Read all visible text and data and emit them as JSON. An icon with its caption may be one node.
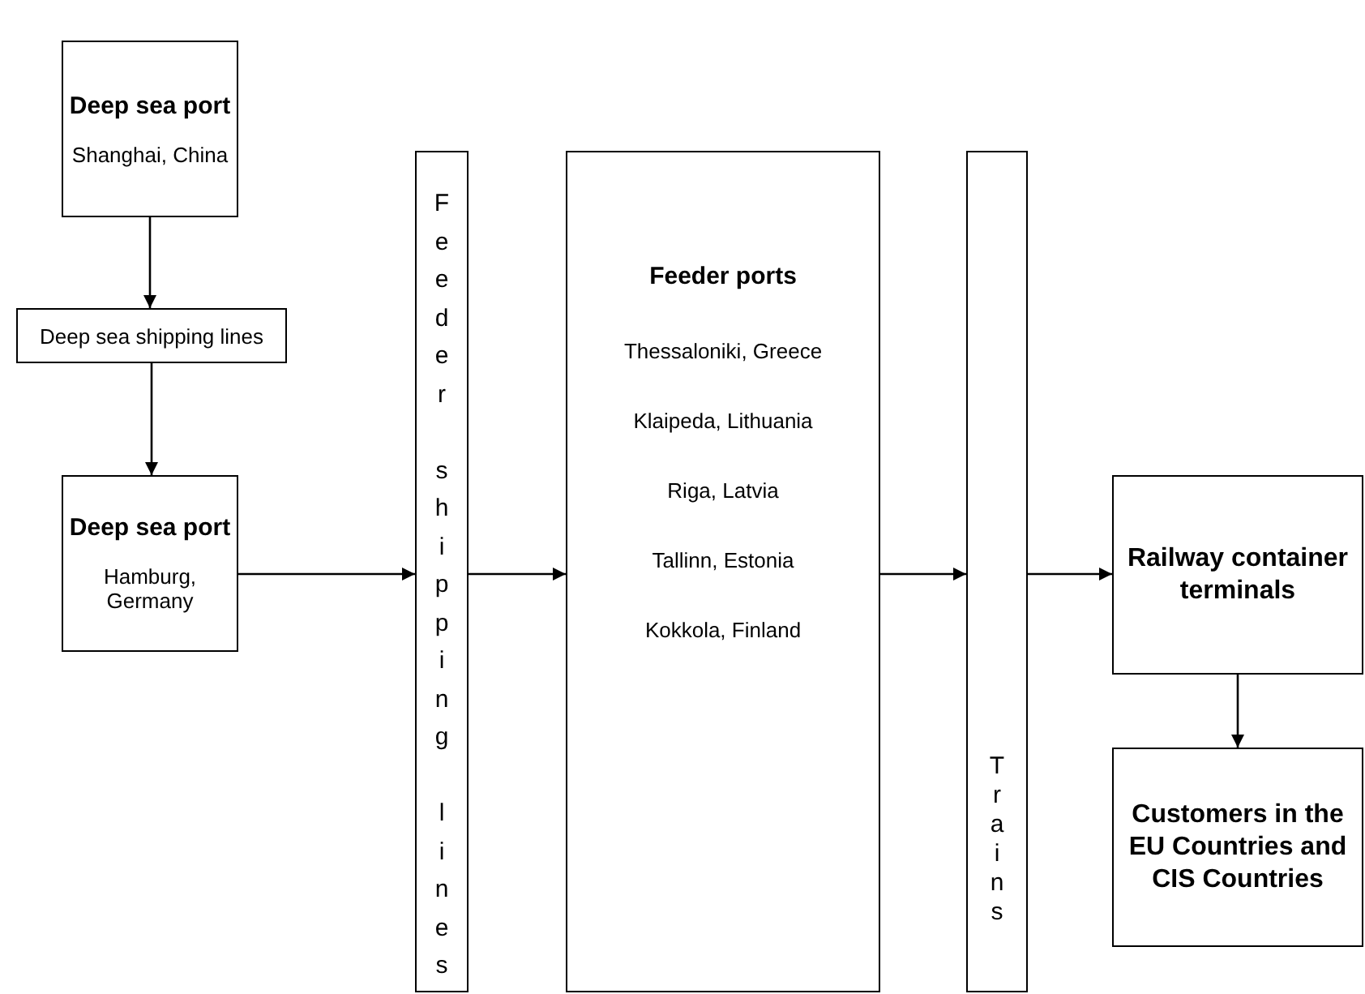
{
  "diagram": {
    "nodes": [
      {
        "text": [
          "Deep sea port",
          "Shanghai, China"
        ]
      },
      {
        "text": [
          "Deep sea shipping lines"
        ]
      },
      {
        "text": [
          "Deep sea port",
          "Hamburg, Germany"
        ]
      },
      {
        "text": [
          "Feeder shipping lines"
        ]
      },
      {
        "text": [
          "Feeder ports",
          "Thessaloniki, Greece",
          "Klaipeda, Lithuania",
          "Riga, Latvia",
          "Tallinn, Estonia",
          "Kokkola, Finland"
        ]
      },
      {
        "text": [
          "Trains"
        ]
      },
      {
        "text": [
          "Railway container terminals"
        ]
      },
      {
        "text": [
          "Customers in the EU Countries and CIS Countries"
        ]
      }
    ],
    "edges": [
      {
        "from": 0,
        "to": 1,
        "arrow": "to"
      },
      {
        "from": 1,
        "to": 2,
        "arrow": "to"
      },
      {
        "from": 2,
        "to": 3,
        "arrow": "to"
      },
      {
        "from": 3,
        "to": 4,
        "arrow": "to"
      },
      {
        "from": 4,
        "to": 5,
        "arrow": "to"
      },
      {
        "from": 5,
        "to": 6,
        "arrow": "to"
      },
      {
        "from": 6,
        "to": 7,
        "arrow": "to"
      }
    ]
  }
}
